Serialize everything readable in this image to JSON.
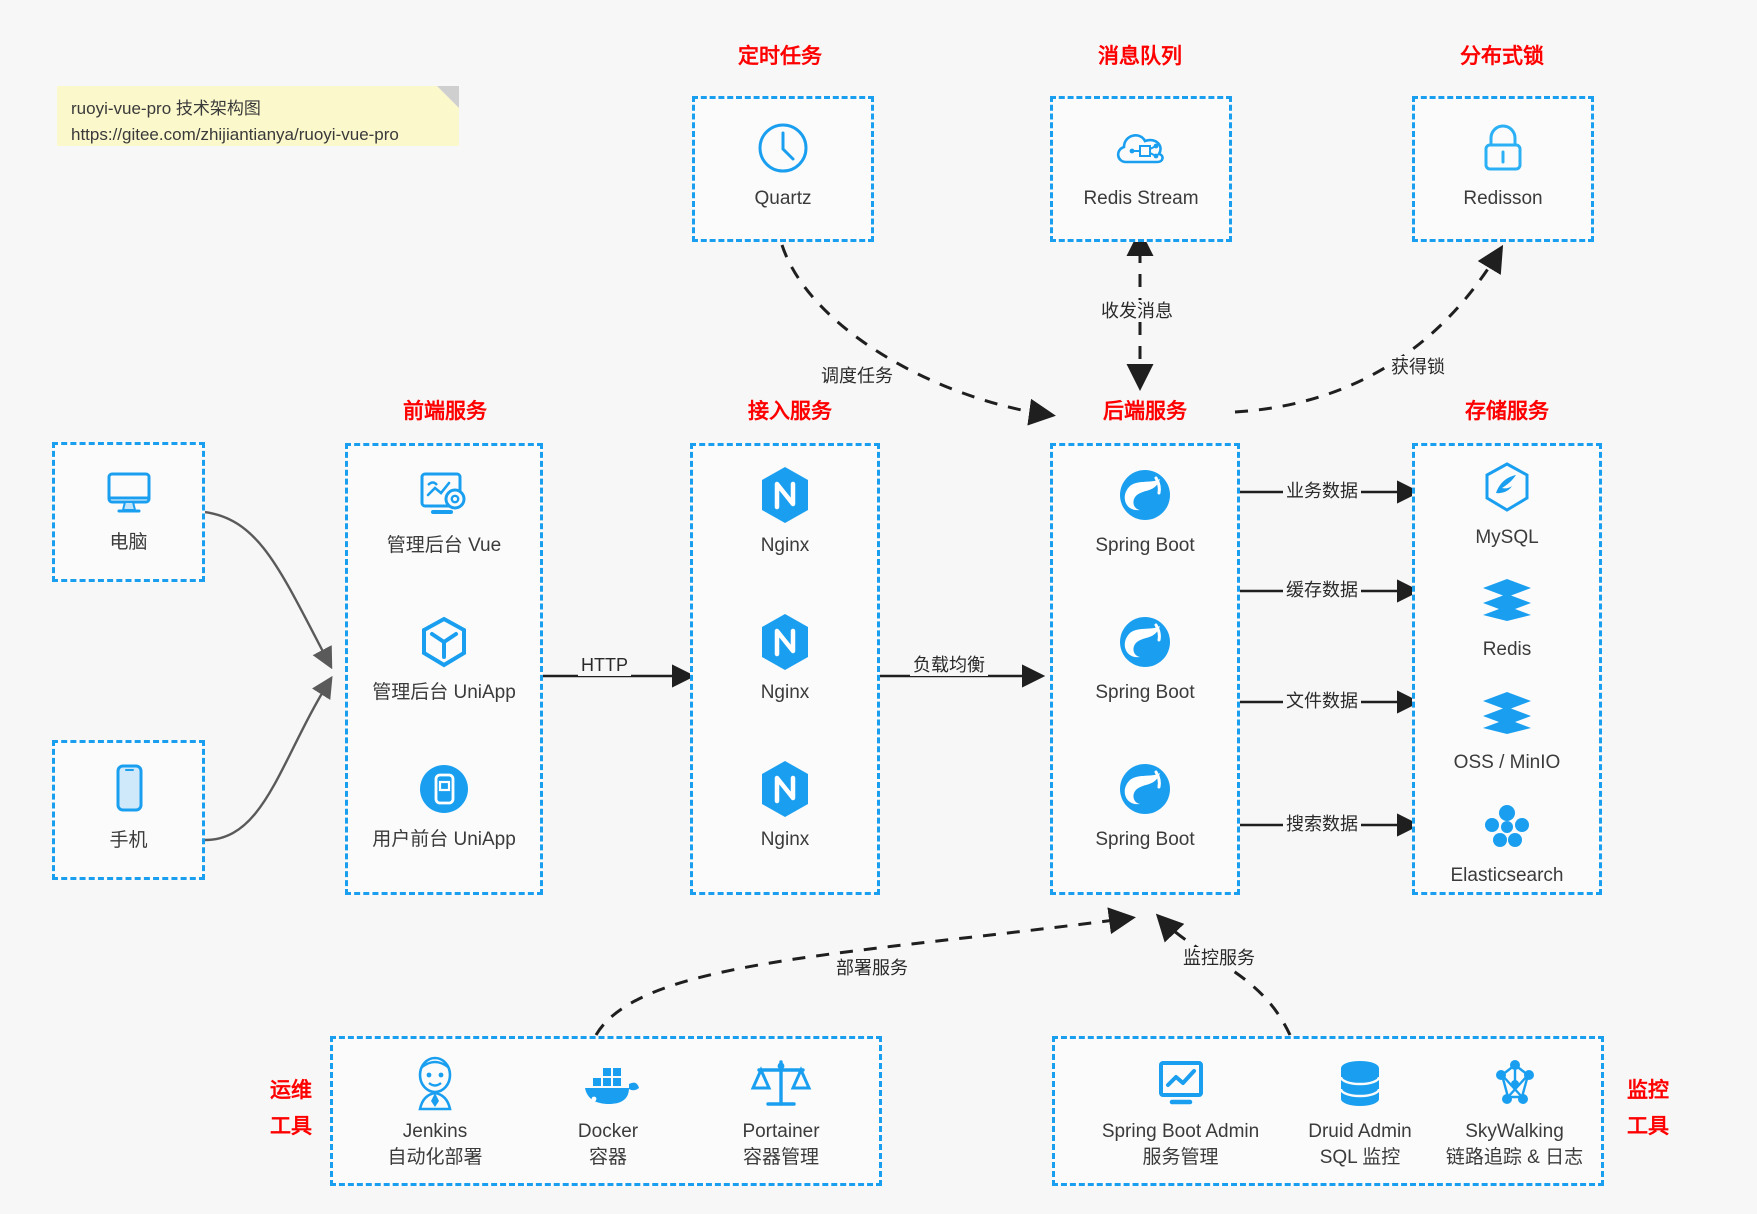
{
  "note": {
    "line1": "ruoyi-vue-pro 技术架构图",
    "line2": "https://gitee.com/zhijiantianya/ruoyi-vue-pro"
  },
  "colors": {
    "accent": "#1a9ff0",
    "title": "#ff0000",
    "background": "#f7f7f7",
    "note": "#fbf8cc",
    "edge": "#4a4a4a",
    "text": "#3b3b3b"
  },
  "groups": {
    "scheduled_task": {
      "title": "定时任务",
      "items": [
        {
          "label": "Quartz",
          "icon": "clock-icon"
        }
      ]
    },
    "message_queue": {
      "title": "消息队列",
      "items": [
        {
          "label": "Redis Stream",
          "icon": "cloud-network-icon"
        }
      ]
    },
    "distributed_lock": {
      "title": "分布式锁",
      "items": [
        {
          "label": "Redisson",
          "icon": "lock-icon"
        }
      ]
    },
    "clients": {
      "items": [
        {
          "label": "电脑",
          "icon": "desktop-icon"
        },
        {
          "label": "手机",
          "icon": "mobile-icon"
        }
      ]
    },
    "frontend": {
      "title": "前端服务",
      "items": [
        {
          "label": "管理后台 Vue",
          "icon": "dashboard-gear-icon"
        },
        {
          "label": "管理后台 UniApp",
          "icon": "cube-icon"
        },
        {
          "label": "用户前台 UniApp",
          "icon": "mobile-app-icon"
        }
      ]
    },
    "gateway": {
      "title": "接入服务",
      "items": [
        {
          "label": "Nginx",
          "icon": "nginx-icon"
        },
        {
          "label": "Nginx",
          "icon": "nginx-icon"
        },
        {
          "label": "Nginx",
          "icon": "nginx-icon"
        }
      ]
    },
    "backend": {
      "title": "后端服务",
      "items": [
        {
          "label": "Spring Boot",
          "icon": "spring-boot-icon"
        },
        {
          "label": "Spring Boot",
          "icon": "spring-boot-icon"
        },
        {
          "label": "Spring Boot",
          "icon": "spring-boot-icon"
        }
      ]
    },
    "storage": {
      "title": "存储服务",
      "items": [
        {
          "label": "MySQL",
          "icon": "mysql-icon"
        },
        {
          "label": "Redis",
          "icon": "redis-icon"
        },
        {
          "label": "OSS / MinIO",
          "icon": "oss-icon"
        },
        {
          "label": "Elasticsearch",
          "icon": "elasticsearch-icon"
        }
      ]
    },
    "devops": {
      "title": "运维\n工具",
      "items": [
        {
          "label": "Jenkins",
          "sub": "自动化部署",
          "icon": "jenkins-icon"
        },
        {
          "label": "Docker",
          "sub": "容器",
          "icon": "docker-icon"
        },
        {
          "label": "Portainer",
          "sub": "容器管理",
          "icon": "scales-icon"
        }
      ]
    },
    "monitoring": {
      "title": "监控\n工具",
      "items": [
        {
          "label": "Spring Boot Admin",
          "sub": "服务管理",
          "icon": "monitor-chart-icon"
        },
        {
          "label": "Druid Admin",
          "sub": "SQL 监控",
          "icon": "database-icon"
        },
        {
          "label": "SkyWalking",
          "sub": "链路追踪 & 日志",
          "icon": "skywalking-icon"
        }
      ]
    }
  },
  "edges": [
    {
      "id": "http",
      "label": "HTTP"
    },
    {
      "id": "load-balance",
      "label": "负载均衡"
    },
    {
      "id": "schedule-task",
      "label": "调度任务"
    },
    {
      "id": "send-receive-message",
      "label": "收发消息"
    },
    {
      "id": "acquire-lock",
      "label": "获得锁"
    },
    {
      "id": "business-data",
      "label": "业务数据"
    },
    {
      "id": "cache-data",
      "label": "缓存数据"
    },
    {
      "id": "file-data",
      "label": "文件数据"
    },
    {
      "id": "search-data",
      "label": "搜索数据"
    },
    {
      "id": "deploy-service",
      "label": "部署服务"
    },
    {
      "id": "monitor-service",
      "label": "监控服务"
    }
  ]
}
